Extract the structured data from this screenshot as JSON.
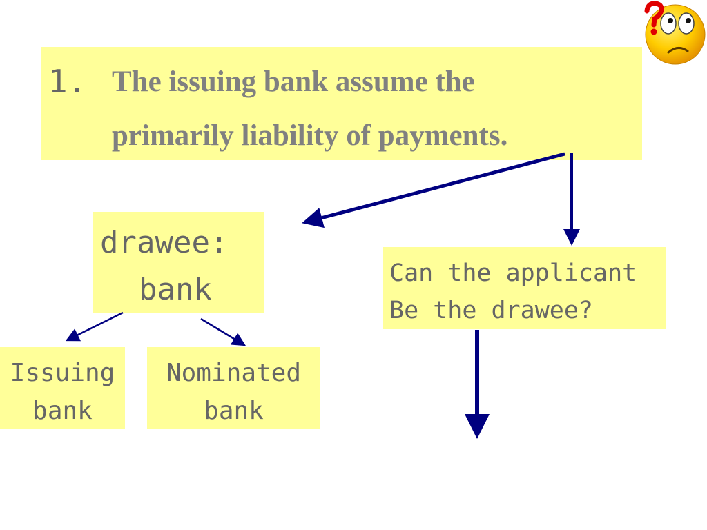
{
  "title": {
    "number": "1.",
    "line1": "The issuing bank assume the",
    "line2": "primarily liability of payments",
    "line2_suffix": "."
  },
  "drawee": {
    "line1": "drawee:",
    "line2": "bank"
  },
  "question": {
    "line1": "Can the applicant",
    "line2": "Be the drawee?"
  },
  "issuing_bank": {
    "line1": "Issuing",
    "line2": "bank"
  },
  "nominated_bank": {
    "line1": "Nominated",
    "line2": "bank"
  },
  "colors": {
    "box_fill": "#ffff99",
    "text": "#808080",
    "arrow": "#000080"
  },
  "icons": {
    "corner_emoji": "confused-face-question-icon"
  }
}
